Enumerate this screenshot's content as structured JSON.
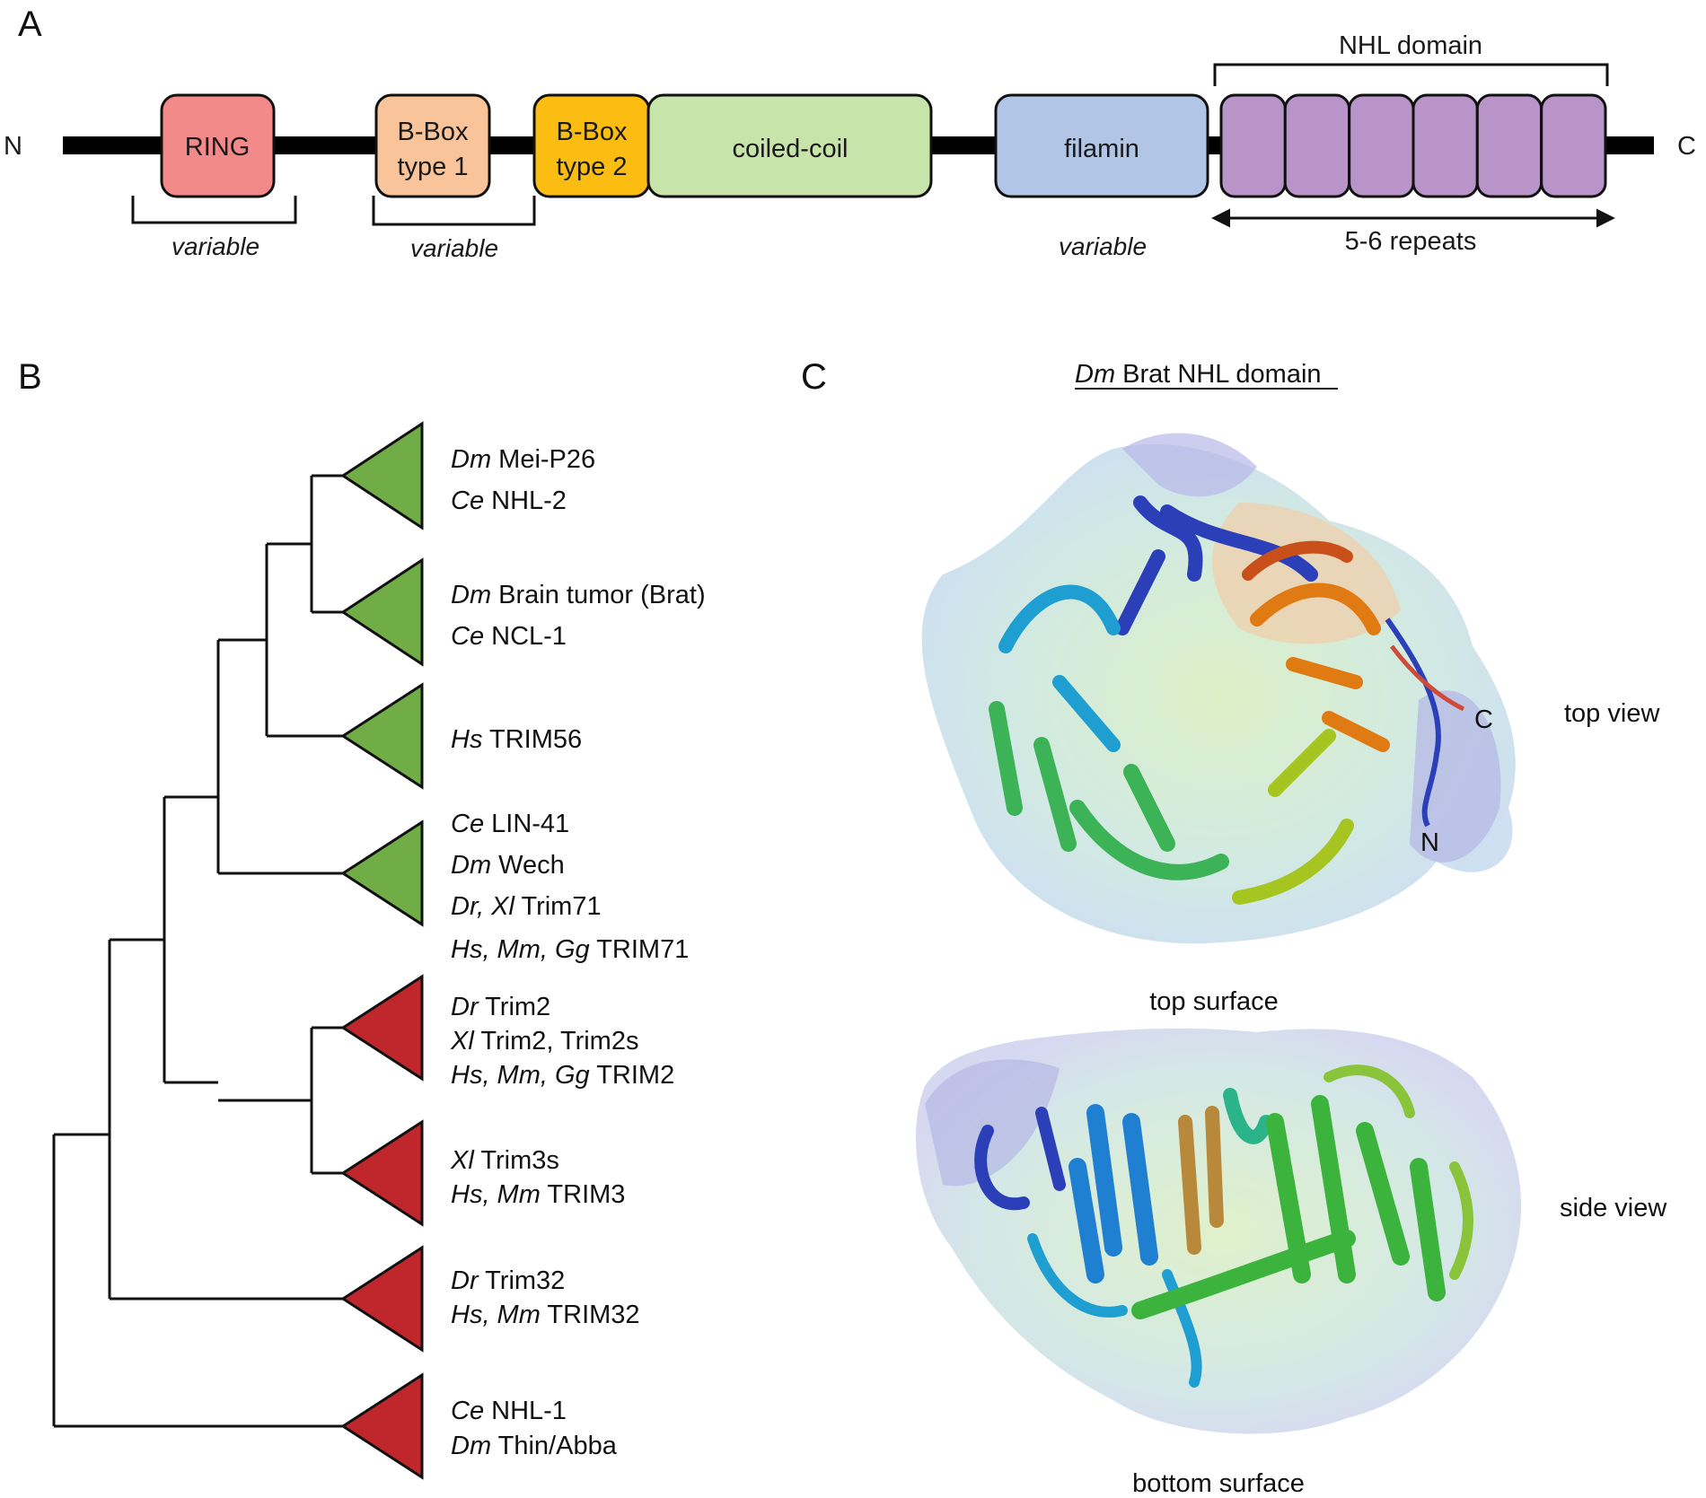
{
  "panel_letters": {
    "a": "A",
    "b": "B",
    "c": "C"
  },
  "panel_a": {
    "n_terminus": "N",
    "c_terminus": "C",
    "domains": {
      "ring": "RING",
      "bbox1_line1": "B-Box",
      "bbox1_line2": "type 1",
      "bbox2_line1": "B-Box",
      "bbox2_line2": "type 2",
      "coiled_coil": "coiled-coil",
      "filamin": "filamin"
    },
    "nhl_domain_label": "NHL domain",
    "nhl_repeat_count": 6,
    "repeats_label": "5-6 repeats",
    "variable_1": "variable",
    "variable_2": "variable",
    "variable_3": "variable",
    "colors": {
      "ring": "#f28a8a",
      "bbox1": "#f9c49a",
      "bbox2": "#fbbd12",
      "coiled_coil": "#c7e4ab",
      "filamin": "#b1c6e7",
      "nhl": "#b994c8"
    }
  },
  "panel_b": {
    "clade_colors": {
      "green": "#70ad47",
      "red": "#c0272d"
    },
    "leaves": [
      {
        "species": "Dm",
        "name": " Mei-P26"
      },
      {
        "species": "Ce",
        "name": " NHL-2"
      },
      {
        "species": "Dm",
        "name": " Brain tumor (Brat)"
      },
      {
        "species": "Ce",
        "name": " NCL-1"
      },
      {
        "species": "Hs",
        "name": " TRIM56"
      },
      {
        "species": "Ce",
        "name": " LIN-41"
      },
      {
        "species": "Dm",
        "name": " Wech"
      },
      {
        "species": "Dr, Xl",
        "name": " Trim71"
      },
      {
        "species": "Hs, Mm, Gg",
        "name": " TRIM71"
      },
      {
        "species": "Dr",
        "name": " Trim2"
      },
      {
        "species": "Xl",
        "name": " Trim2, Trim2s"
      },
      {
        "species": "Hs, Mm, Gg",
        "name": " TRIM2"
      },
      {
        "species": "Xl",
        "name": " Trim3s"
      },
      {
        "species": "Hs, Mm",
        "name": " TRIM3"
      },
      {
        "species": "Dr",
        "name": " Trim32"
      },
      {
        "species": "Hs, Mm",
        "name": " TRIM32"
      },
      {
        "species": "Ce",
        "name": " NHL-1"
      },
      {
        "species": "Dm",
        "name": " Thin/Abba"
      }
    ]
  },
  "panel_c": {
    "title_species": "Dm",
    "title_rest": " Brat NHL domain",
    "top_view": "top view",
    "side_view": "side view",
    "top_surface": "top surface",
    "bottom_surface": "bottom surface",
    "n_label": "N",
    "c_label": "C"
  }
}
